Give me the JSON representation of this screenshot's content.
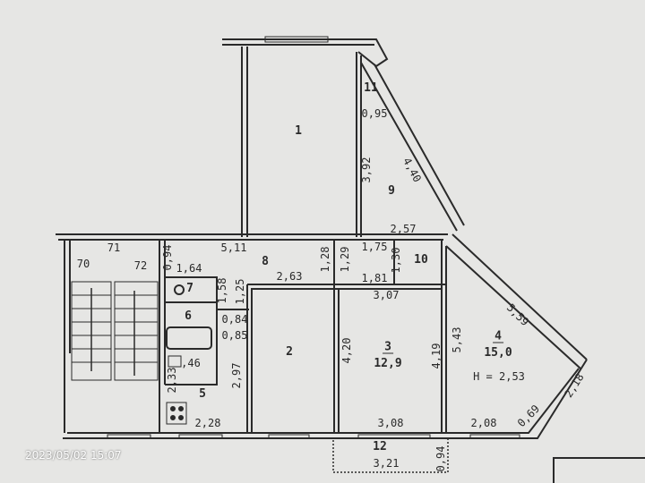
{
  "rooms": {
    "r1": "1",
    "r2": "2",
    "r3": "3",
    "r3_area": "12,9",
    "r4": "4",
    "r4_area": "15,0",
    "r5": "5",
    "r6": "6",
    "r7": "7",
    "r8": "8",
    "r9": "9",
    "r10": "10",
    "r11": "11",
    "r12": "12"
  },
  "dims": {
    "d095": "0,95",
    "d392": "3,92",
    "d440": "4,40",
    "d257": "2,57",
    "d71": "71",
    "d70": "70",
    "d72": "72",
    "d094a": "0,94",
    "d511": "5,11",
    "d164": "1,64",
    "d128": "1,28",
    "d129": "1,29",
    "d175": "1,75",
    "d130": "1,30",
    "d263": "2,63",
    "d181": "1,81",
    "d307": "3,07",
    "d158": "1,58",
    "d125": "1,25",
    "d084": "0,84",
    "d085": "0,85",
    "d146": ",46",
    "d233": "2,33",
    "d297": "2,97",
    "d228": "2,28",
    "d420": "4,20",
    "d419": "4,19",
    "d543": "5,43",
    "d559": "5,59",
    "height": "H = 2,53",
    "d218": "2,18",
    "d069": "0,69",
    "d208": "2,08",
    "d308": "3,08",
    "d094b": "0,94",
    "d321": "3,21"
  },
  "timestamp": "2023/05/02 15:07",
  "colors": {
    "paper": "#e6e6e4",
    "ink": "#2a2a2a"
  }
}
